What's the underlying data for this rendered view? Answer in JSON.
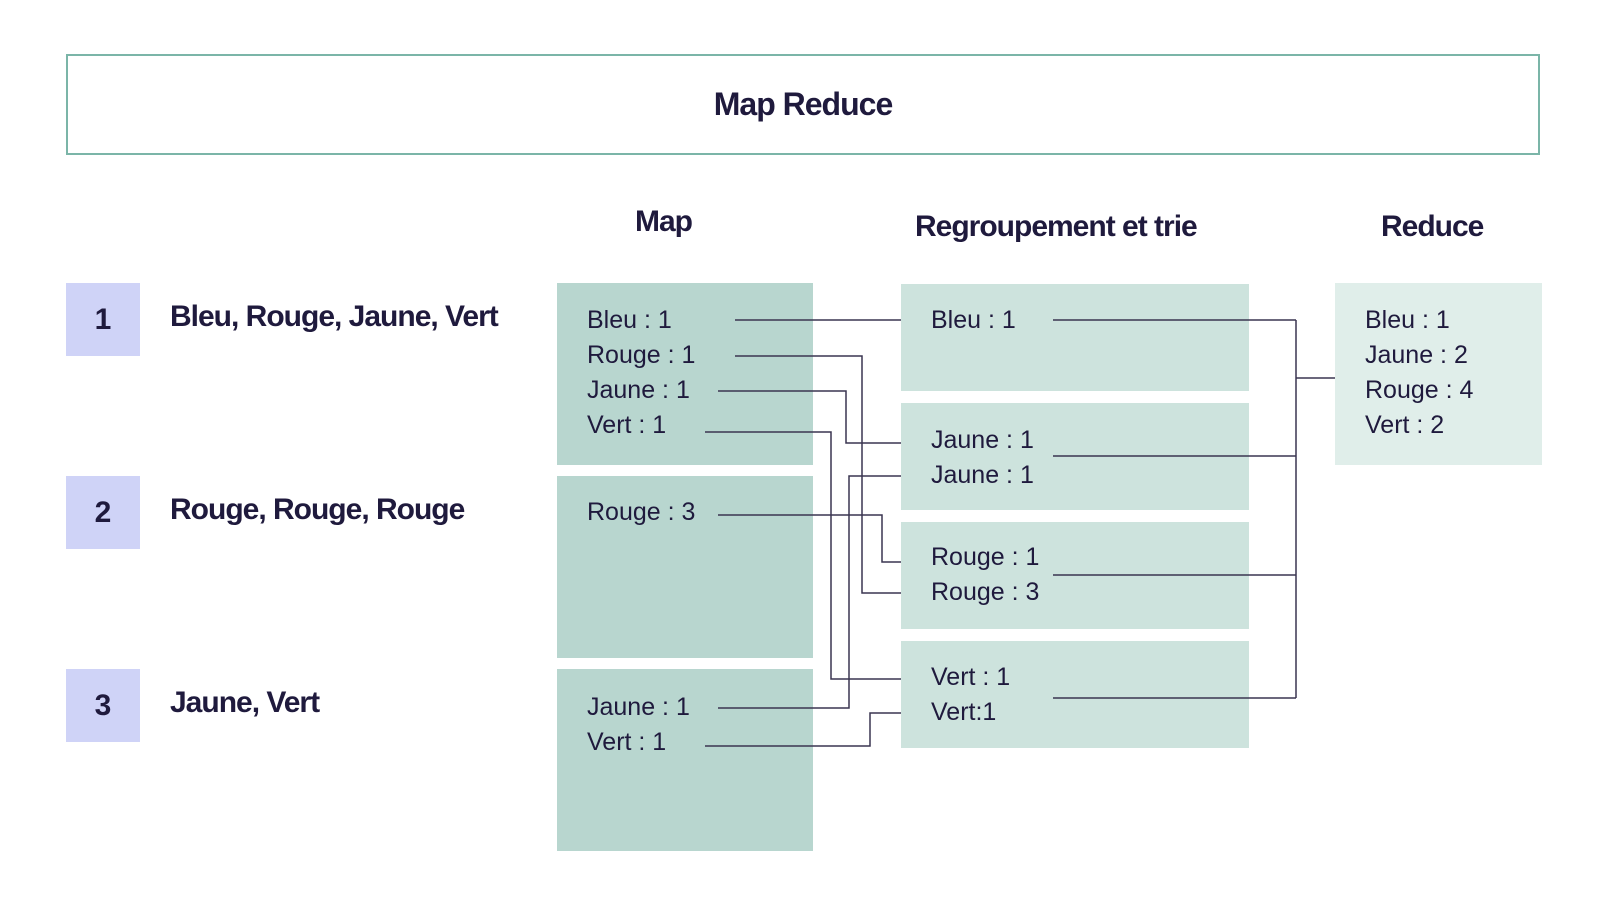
{
  "title": "Map Reduce",
  "headers": {
    "map": "Map",
    "group": "Regroupement et trie",
    "reduce": "Reduce"
  },
  "inputs": [
    {
      "number": "1",
      "text": "Bleu, Rouge, Jaune, Vert"
    },
    {
      "number": "2",
      "text": "Rouge, Rouge, Rouge"
    },
    {
      "number": "3",
      "text": "Jaune, Vert"
    }
  ],
  "map": [
    [
      "Bleu : 1",
      "Rouge : 1",
      "Jaune : 1",
      "Vert : 1"
    ],
    [
      "Rouge : 3"
    ],
    [
      "Jaune : 1",
      "Vert : 1"
    ]
  ],
  "group": [
    [
      "Bleu : 1"
    ],
    [
      "Jaune : 1",
      "Jaune : 1"
    ],
    [
      "Rouge : 1",
      "Rouge : 3"
    ],
    [
      "Vert : 1",
      "Vert:1"
    ]
  ],
  "reduce": [
    "Bleu : 1",
    "Jaune : 2",
    "Rouge : 4",
    "Vert : 2"
  ],
  "colors": {
    "title_border": "#7bb5a8",
    "number_box": "#cfd3f7",
    "map_box": "#b8d6cf",
    "group_box": "#cde3dd",
    "reduce_box": "#e0eeea",
    "text": "#1f1a3d",
    "connector": "#3a3550"
  }
}
